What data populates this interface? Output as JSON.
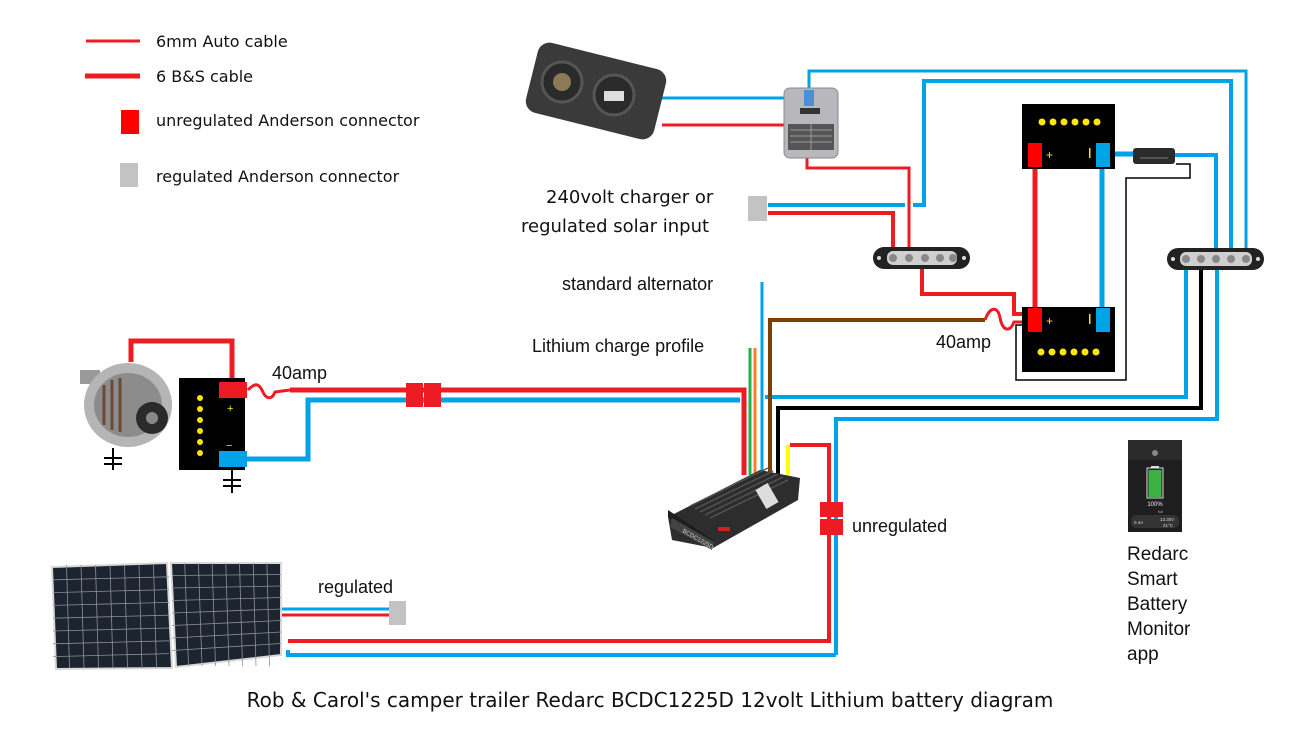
{
  "legend": {
    "items": [
      {
        "label": "6mm Auto cable",
        "kind": "thin-line",
        "color": "#ed1c24"
      },
      {
        "label": "6 B&S cable",
        "kind": "thick-line",
        "color": "#ed1c24"
      },
      {
        "label": "unregulated Anderson connector",
        "kind": "swatch",
        "color": "#ff0000"
      },
      {
        "label": "regulated Anderson connector",
        "kind": "swatch",
        "color": "#c3c3c3"
      }
    ]
  },
  "labels": {
    "charger_input_line1": "240volt charger or",
    "charger_input_line2": "regulated solar input",
    "standard_alternator": "standard alternator",
    "lithium_profile": "Lithium charge profile",
    "fuse_left": "40amp",
    "fuse_right": "40amp",
    "regulated": "regulated",
    "unregulated": "unregulated",
    "app": [
      "Redarc",
      "Smart",
      "Battery",
      "Monitor",
      "app"
    ]
  },
  "components": {
    "dcdc_charger_model": "BCDC1225D",
    "battery_plus": "+",
    "battery_minus": "−",
    "monitor_screen": {
      "percent": "100%",
      "status": "full",
      "current": "0.4A",
      "voltage": "13.30V",
      "temp": "21°C"
    }
  },
  "colors": {
    "red": "#ed1c24",
    "blue": "#00a2e8",
    "brown": "#7f3f00",
    "black": "#000000",
    "green": "#22b14c",
    "orange": "#ff7f27",
    "yellow": "#ffff00",
    "regulated_grey": "#c3c3c3"
  },
  "title": "Rob & Carol's camper trailer Redarc BCDC1225D 12volt Lithium battery diagram"
}
